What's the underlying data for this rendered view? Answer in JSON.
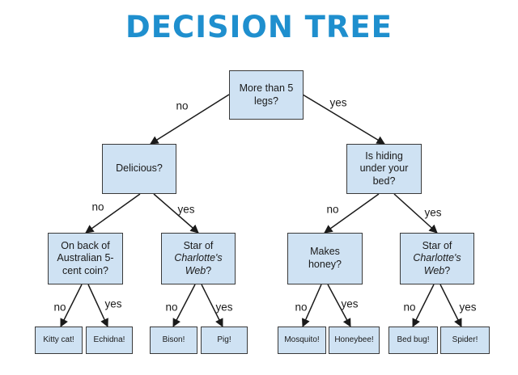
{
  "title": "DECISION TREE",
  "colors": {
    "title": "#1f8fce",
    "node_fill": "#cfe2f3",
    "node_border": "#3a3a3a"
  },
  "nodes": {
    "root": {
      "text": "More than 5 legs?"
    },
    "delicious": {
      "text": "Delicious?"
    },
    "hiding": {
      "text": "Is hiding under your bed?"
    },
    "coin": {
      "text": "On back of Australian 5-cent coin?"
    },
    "star1": {
      "line1": "Star of",
      "line2": "Charlotte's",
      "line3": "Web",
      "suffix": "?"
    },
    "honey": {
      "text": "Makes honey?"
    },
    "star2": {
      "line1": "Star of",
      "line2": "Charlotte's",
      "line3": "Web",
      "suffix": "?"
    },
    "kitty": {
      "text": "Kitty cat!"
    },
    "echidna": {
      "text": "Echidna!"
    },
    "bison": {
      "text": "Bison!"
    },
    "pig": {
      "text": "Pig!"
    },
    "mosquito": {
      "text": "Mosquito!"
    },
    "honeybee": {
      "text": "Honeybee!"
    },
    "bedbug": {
      "text": "Bed bug!"
    },
    "spider": {
      "text": "Spider!"
    }
  },
  "labels": {
    "root_no": "no",
    "root_yes": "yes",
    "delicious_no": "no",
    "delicious_yes": "yes",
    "hiding_no": "no",
    "hiding_yes": "yes",
    "coin_no": "no",
    "coin_yes": "yes",
    "star1_no": "no",
    "star1_yes": "yes",
    "honey_no": "no",
    "honey_yes": "yes",
    "star2_no": "no",
    "star2_yes": "yes"
  }
}
